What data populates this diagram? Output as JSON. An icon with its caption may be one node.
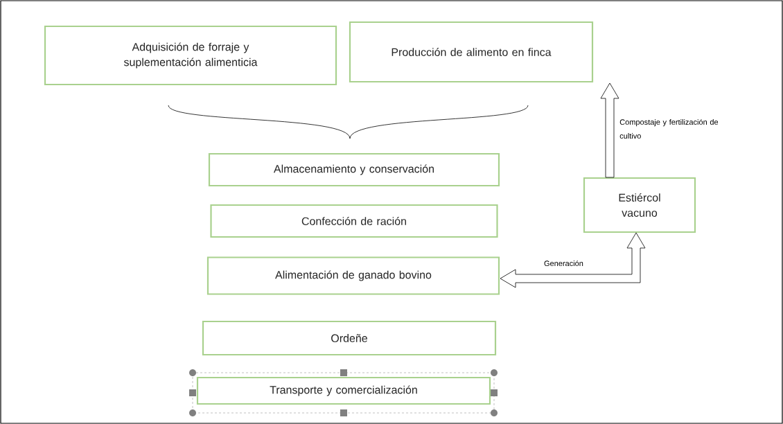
{
  "diagram": {
    "nodes": [
      {
        "text": [
          "Adquisición de forraje y suplementación alimenticia"
        ]
      },
      {
        "text": [
          "Producción de alimento en finca"
        ]
      },
      {
        "text": [
          "Almacenamiento y conservación"
        ]
      },
      {
        "text": [
          "Confección de ración"
        ]
      },
      {
        "text": [
          "Alimentación de ganado bovino"
        ]
      },
      {
        "text": [
          "Ordeñe"
        ]
      },
      {
        "text": [
          "Transporte y comercialización"
        ]
      },
      {
        "text": [
          "Estiércol vacuno"
        ]
      }
    ],
    "edges": [
      {
        "from": 7,
        "to": 1,
        "arrow": "to",
        "label": "Compostaje y fertilización de cultivo"
      },
      {
        "from": 7,
        "to": 4,
        "arrow": "both",
        "label": "Generación"
      }
    ]
  }
}
